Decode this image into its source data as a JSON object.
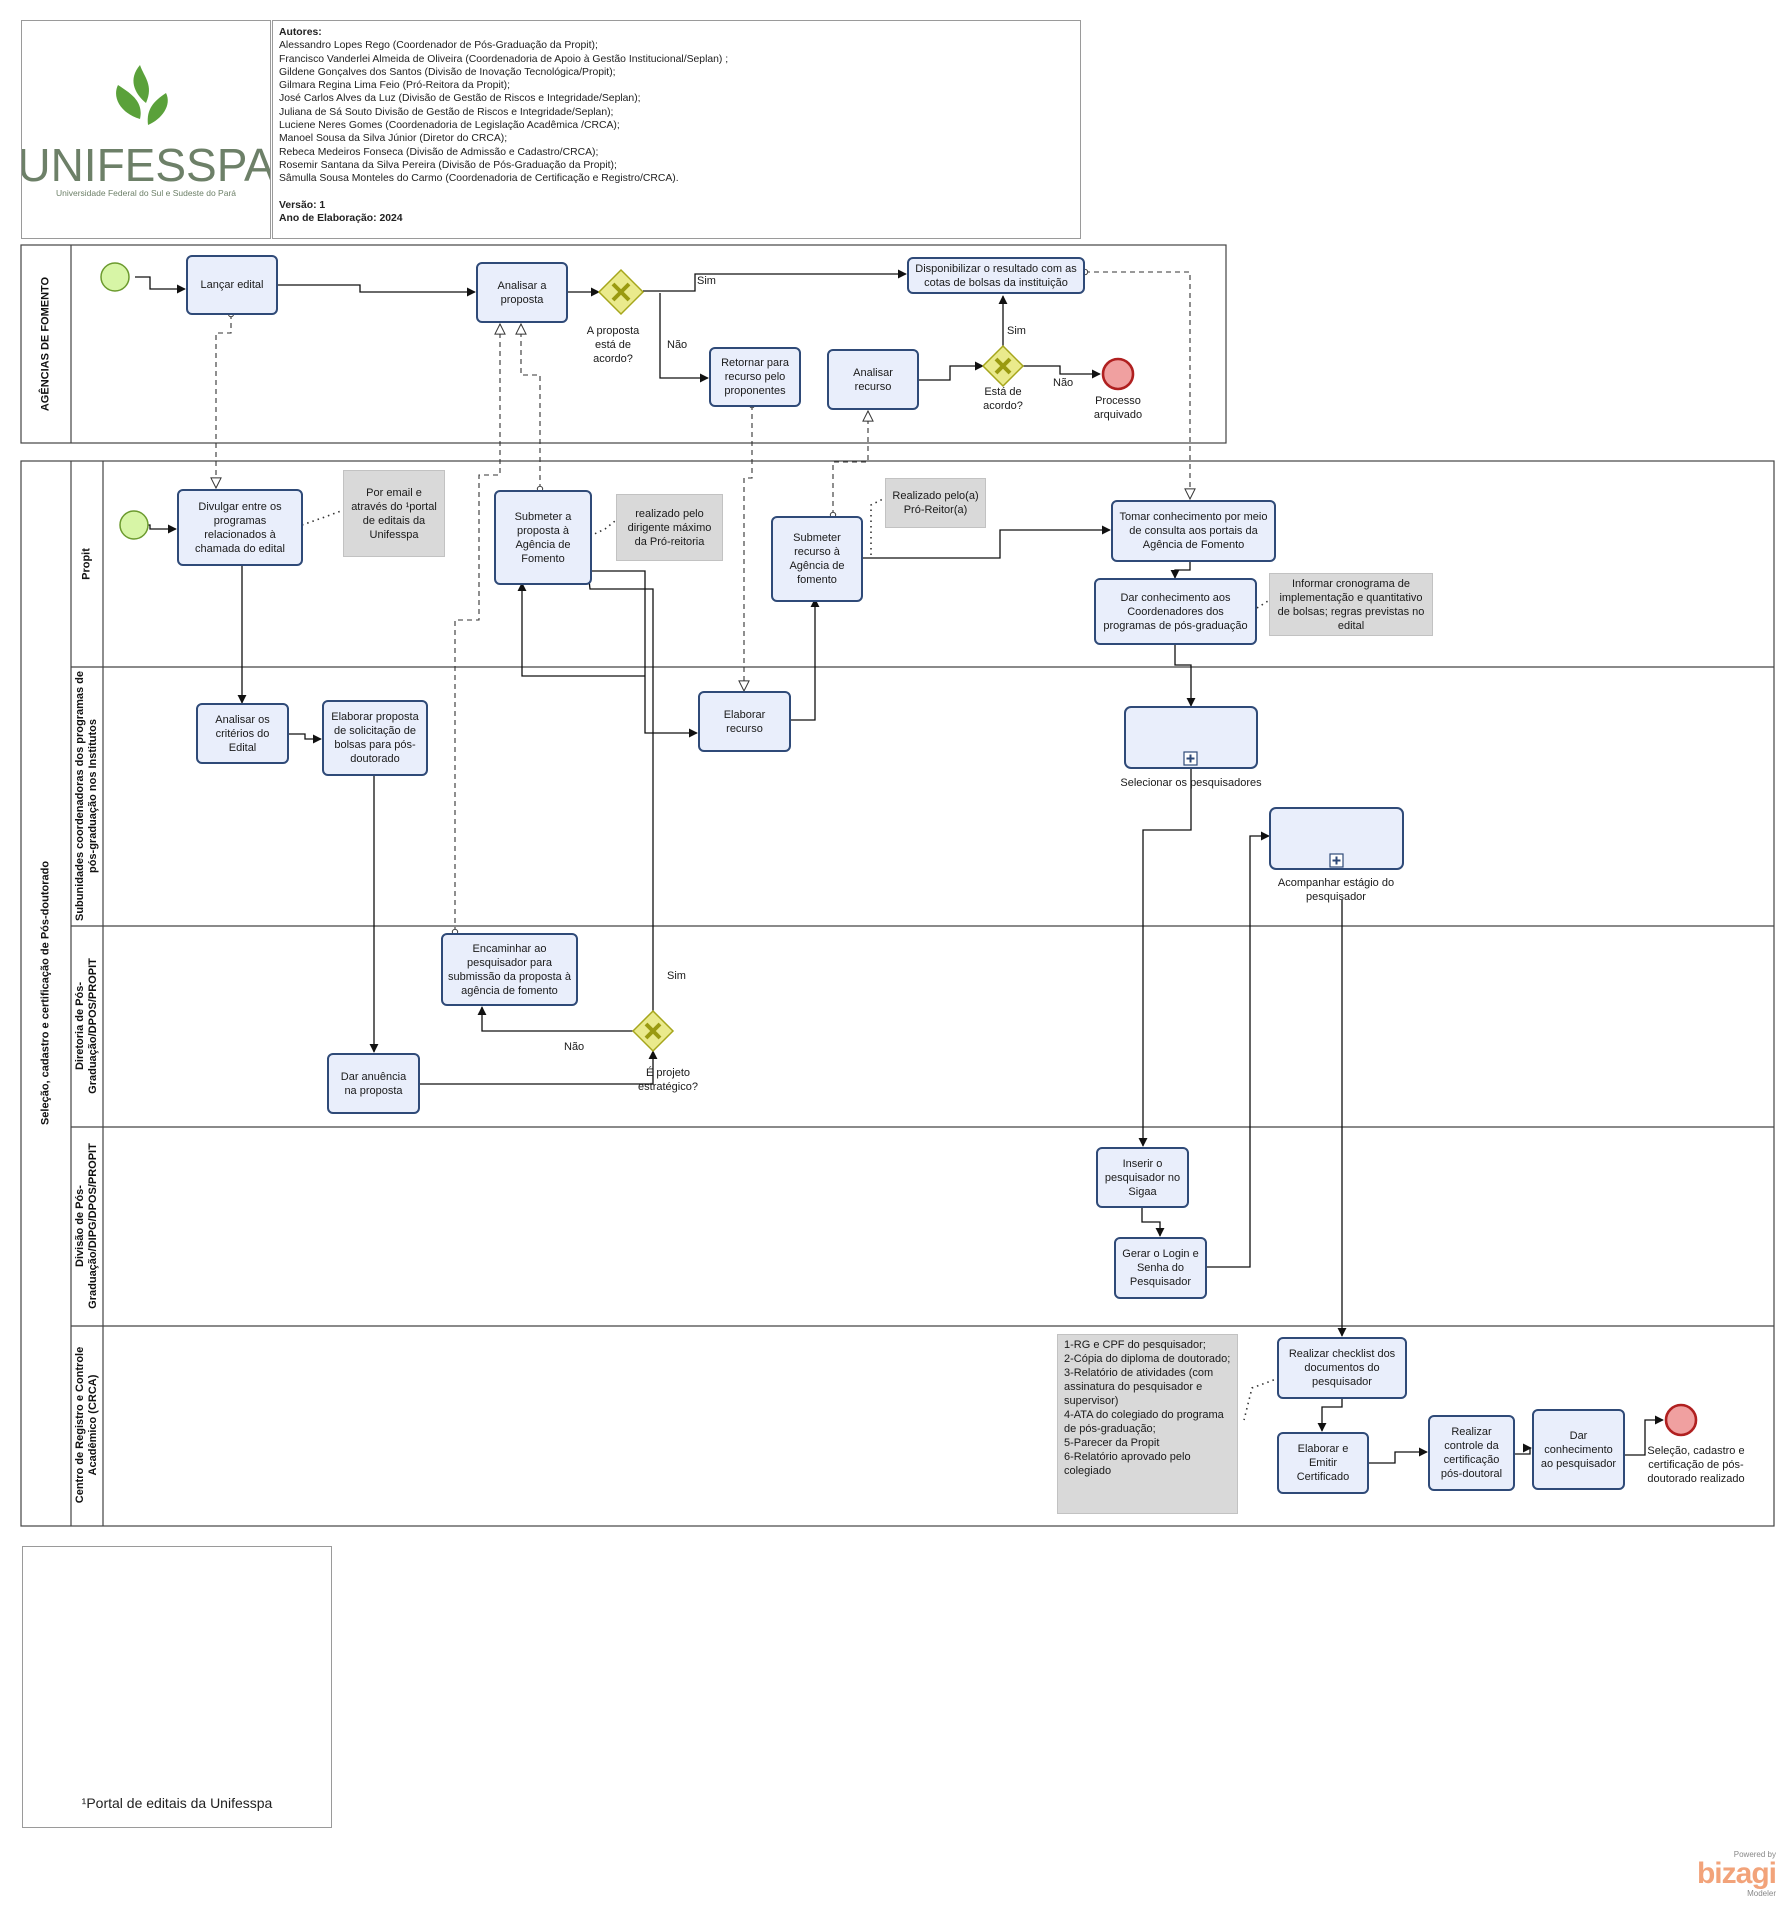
{
  "header": {
    "authors_title": "Autores:",
    "authors": [
      "Alessandro Lopes Rego (Coordenador de Pós-Graduação da Propit);",
      "Francisco Vanderlei Almeida de Oliveira (Coordenadoria de Apoio à Gestão Institucional/Seplan) ;",
      "Gildene Gonçalves dos Santos (Divisão de Inovação Tecnológica/Propit);",
      "Gilmara Regina Lima Feio (Pró-Reitora da Propit);",
      "José Carlos Alves da Luz (Divisão de Gestão de Riscos e Integridade/Seplan);",
      "Juliana de Sá Souto Divisão de Gestão de Riscos e Integridade/Seplan);",
      "Luciene Neres Gomes (Coordenadoria de Legislação Acadêmica /CRCA);",
      "Manoel Sousa da Silva Júnior (Diretor do CRCA);",
      "Rebeca Medeiros Fonseca (Divisão de Admissão e Cadastro/CRCA);",
      "Rosemir Santana da Silva Pereira (Divisão de Pós-Graduação da Propit);",
      "Sâmulla Sousa Monteles do Carmo (Coordenadoria de Certificação e Registro/CRCA)."
    ],
    "version": "Versão: 1",
    "year": "Ano de Elaboração: 2024"
  },
  "logo": {
    "name": "UNIFESSPA",
    "subtitle": "Universidade Federal do Sul e Sudeste do Pará",
    "green": "#5aa13a",
    "text_color": "#6d8068"
  },
  "pools": {
    "agencias": "AGÊNCIAS DE FOMENTO",
    "selecao": "Seleção, cadastro e certificação de Pós-doutorado"
  },
  "lanes": {
    "propit": "Propit",
    "subunidades": [
      "Subunidades coordenadoras dos programas de",
      "pós-graduação nos Institutos"
    ],
    "diretoria": [
      "Diretoria de Pós-",
      "Graduação/DPOS/PROPIT"
    ],
    "divisao": [
      "Divisão de Pós-",
      "Graduação/DIPG/DPOS/PROPIT"
    ],
    "crca": [
      "Centro de Registro e Controle",
      "Acadêmico (CRCA)"
    ]
  },
  "tasks": {
    "lancar_edital": "Lançar edital",
    "analisar_proposta": "Analisar a proposta",
    "disponibilizar": "Disponibilizar o resultado com as cotas de bolsas da instituição",
    "retornar_recurso": "Retornar para recurso pelo proponentes",
    "analisar_recurso": "Analisar recurso",
    "divulgar": "Divulgar entre os programas relacionados à chamada do edital",
    "submeter_proposta": "Submeter a proposta à Agência de Fomento",
    "submeter_recurso": "Submeter recurso à Agência de fomento",
    "tomar_conhecimento": "Tomar conhecimento por meio de consulta aos portais da Agência de Fomento",
    "dar_conhecimento_coord": "Dar conhecimento aos Coordenadores dos programas de pós-graduação",
    "analisar_criterios": "Analisar os critérios do Edital",
    "elaborar_proposta": "Elaborar proposta de solicitação de bolsas para pós-doutorado",
    "elaborar_recurso": "Elaborar recurso",
    "selecionar": "Selecionar os pesquisadores",
    "acompanhar": "Acompanhar estágio do pesquisador",
    "encaminhar": "Encaminhar ao pesquisador para submissão da proposta à agência de fomento",
    "dar_anuencia": "Dar anuência na proposta",
    "inserir_sigaa": "Inserir o pesquisador no Sigaa",
    "gerar_login": "Gerar o Login e Senha do Pesquisador",
    "realizar_checklist": "Realizar checklist dos documentos do pesquisador",
    "elaborar_certificado": "Elaborar e Emitir Certificado",
    "realizar_controle": "Realizar controle da certificação pós-doutoral",
    "dar_conhecimento_pesq": "Dar conhecimento ao pesquisador"
  },
  "notes": {
    "email": "Por email e através do ¹portal de editais da Unifesspa",
    "dirigente": "realizado pelo dirigente máximo da Pró-reitoria",
    "pro_reitor": "Realizado pelo(a) Pró-Reitor(a)",
    "cronograma": "Informar cronograma de implementação e quantitativo de bolsas; regras previstas no edital",
    "documentos": [
      "1-RG e CPF do pesquisador;",
      "2-Cópia do diploma de doutorado;",
      "3-Relatório de atividades (com assinatura do pesquisador e supervisor)",
      "4-ATA do colegiado do programa de pós-graduação;",
      "5-Parecer da Propit",
      "6-Relatório aprovado pelo colegiado"
    ]
  },
  "gateways": {
    "proposta_acordo": "A proposta está de acordo?",
    "esta_acordo": "Está de acordo?",
    "projeto_estrategico": "É projeto estratégico?"
  },
  "flow_labels": {
    "sim": "Sim",
    "nao": "Não"
  },
  "events": {
    "processo_arquivado": "Processo arquivado",
    "fim": "Seleção, cadastro e certificação de pós-doutorado realizado"
  },
  "qr": {
    "caption": "¹Portal de editais da Unifesspa"
  },
  "branding": {
    "powered_by": "Powered by",
    "name": "bizagi",
    "product": "Modeler"
  },
  "colors": {
    "task_fill": "#e9eefb",
    "task_border": "#2f4a78",
    "gateway_fill": "#eaea8c",
    "gateway_border": "#a6a61c",
    "start_fill": "#d7f5a6",
    "start_border": "#6b9a2e",
    "end_fill": "#f0a0a0",
    "end_border": "#b02020",
    "note_fill": "#d9d9d9"
  }
}
